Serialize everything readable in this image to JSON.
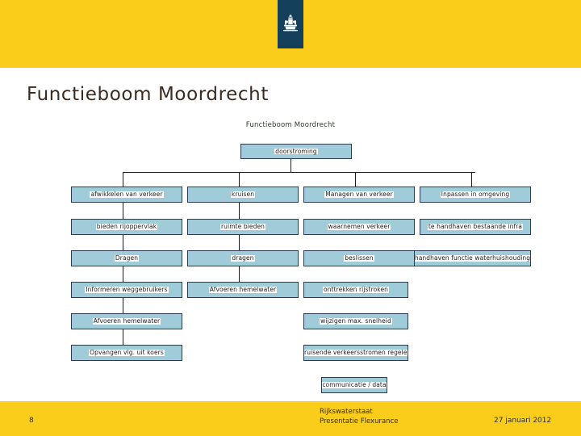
{
  "slide": {
    "title": "Functieboom Moordrecht",
    "header_color": "#f9cd19",
    "logo_color": "#15405c",
    "node_fill": "#9fccd8",
    "node_border": "#2b3a56"
  },
  "logo": {
    "name": "rijksoverheid-logo",
    "alt": "Rijksoverheid wapen"
  },
  "diagram": {
    "caption": "Functieboom Moordrecht",
    "root": {
      "label": "doorstroming"
    },
    "columns": [
      {
        "nodes": [
          {
            "label": "afwikkelen van verkeer"
          },
          {
            "label": "bieden rijoppervlak"
          },
          {
            "label": "Dragen"
          },
          {
            "label": "Informeren weggebruikers"
          },
          {
            "label": "Afvoeren hemelwater"
          },
          {
            "label": "Opvangen vlg. uit koers"
          }
        ]
      },
      {
        "nodes": [
          {
            "label": "kruisen"
          },
          {
            "label": "ruimte bieden"
          },
          {
            "label": "dragen"
          },
          {
            "label": "Afvoeren hemelwater"
          }
        ]
      },
      {
        "nodes": [
          {
            "label": "Managen van verkeer"
          },
          {
            "label": "waarnemen verkeer"
          },
          {
            "label": "beslissen"
          },
          {
            "label": "onttrekken rijstroken"
          },
          {
            "label": "wijzigen max. snelheid"
          },
          {
            "label": "kruisende verkeersstromen regelen"
          },
          {
            "label": "communicatie / data"
          }
        ]
      },
      {
        "nodes": [
          {
            "label": "Inpassen in omgeving"
          },
          {
            "label": "te handhaven bestaande infra"
          },
          {
            "label": "handhaven functie waterhuishouding"
          }
        ]
      }
    ]
  },
  "footer": {
    "page_number": "8",
    "organisation": "Rijkswaterstaat",
    "presentation": "Presentatie Flexurance",
    "date": "27 januari 2012"
  }
}
